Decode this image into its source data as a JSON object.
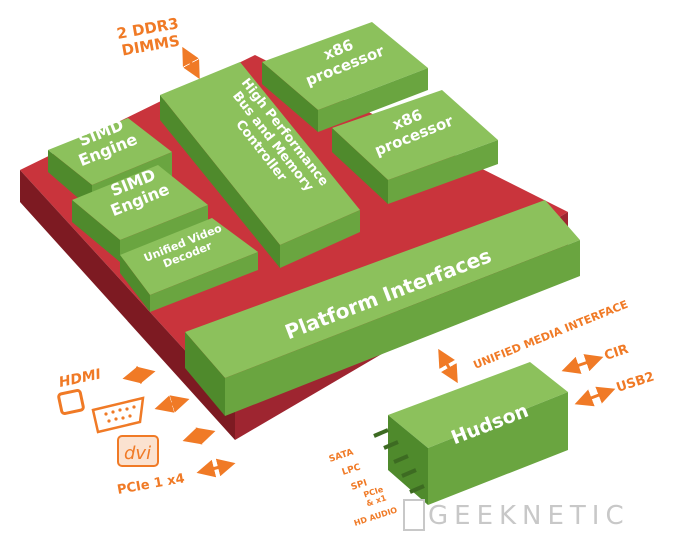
{
  "diagram": {
    "blocks": {
      "simd1": "SIMD\nEngine",
      "simd2": "SIMD\nEngine",
      "uvd": "Unified Video\nDecoder",
      "hpbmc": "High Performance\nBus and Memory\nController",
      "x86a": "x86\nprocessor",
      "x86b": "x86\nprocessor",
      "platform": "Platform Interfaces",
      "hudson": "Hudson"
    },
    "labels": {
      "ddr3": "2 DDR3\nDIMMS",
      "umi": "UNIFIED MEDIA INTERFACE",
      "cir": "CIR",
      "usb2": "USB2",
      "pcie": "PCIe 1 x4",
      "sata": "SATA",
      "lpc": "LPC",
      "spi": "SPI",
      "pcie_x1": "PCIe\n& x1",
      "hd_audio": "HD AUDIO"
    },
    "logos": {
      "hdmi": "HDMI",
      "dvi": "dvi"
    },
    "watermark": "GEEKNETIC",
    "colors": {
      "green_top": "#8cc15c",
      "green_side": "#5f9a38",
      "base_top": "#c9343c",
      "base_side": "#8e1f28",
      "accent": "#f07a26"
    }
  }
}
